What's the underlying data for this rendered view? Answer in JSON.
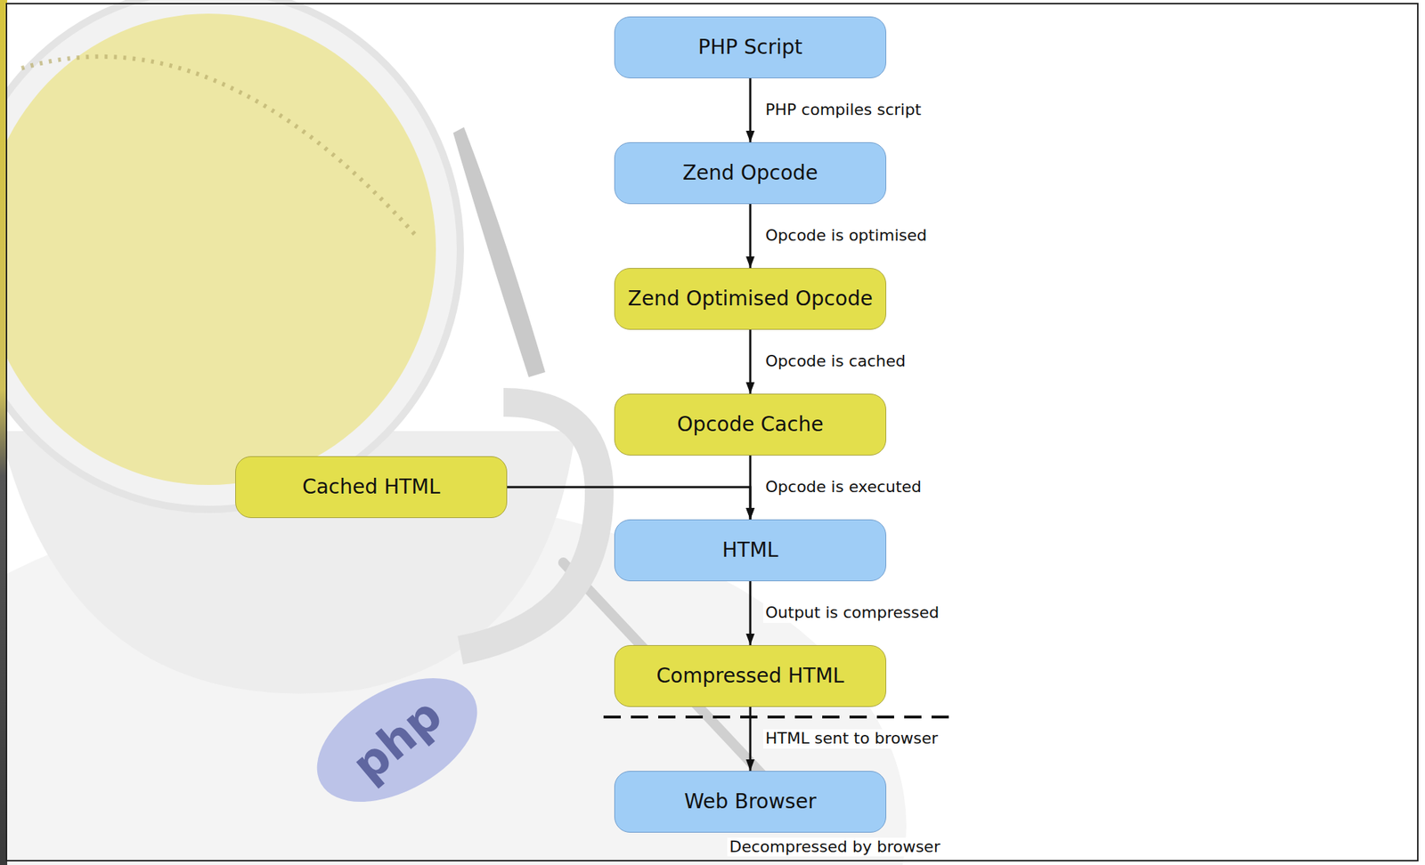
{
  "diagram": {
    "nodes": [
      {
        "text": [
          "PHP Script"
        ]
      },
      {
        "text": [
          "Zend Opcode"
        ]
      },
      {
        "text": [
          "Zend Optimised Opcode"
        ]
      },
      {
        "text": [
          "Opcode Cache"
        ]
      },
      {
        "text": [
          "Cached HTML"
        ]
      },
      {
        "text": [
          "HTML"
        ]
      },
      {
        "text": [
          "Compressed HTML"
        ]
      },
      {
        "text": [
          "Web Browser"
        ]
      }
    ],
    "edges": [
      {
        "from": 0,
        "to": 1,
        "label": "PHP compiles script",
        "arrow": "to"
      },
      {
        "from": 1,
        "to": 2,
        "label": "Opcode is optimised",
        "arrow": "to"
      },
      {
        "from": 2,
        "to": 3,
        "label": "Opcode is cached",
        "arrow": "to"
      },
      {
        "from": 3,
        "to": 5,
        "label": "Opcode is executed",
        "arrow": "to"
      },
      {
        "from": 4,
        "to": 5,
        "arrow": "to"
      },
      {
        "from": 5,
        "to": 6,
        "label": "Output is compressed",
        "arrow": "to"
      },
      {
        "from": 6,
        "to": 7,
        "label": "HTML sent to browser",
        "arrow": "to"
      }
    ],
    "labels": [
      "Decompressed by browser",
      "php"
    ]
  }
}
